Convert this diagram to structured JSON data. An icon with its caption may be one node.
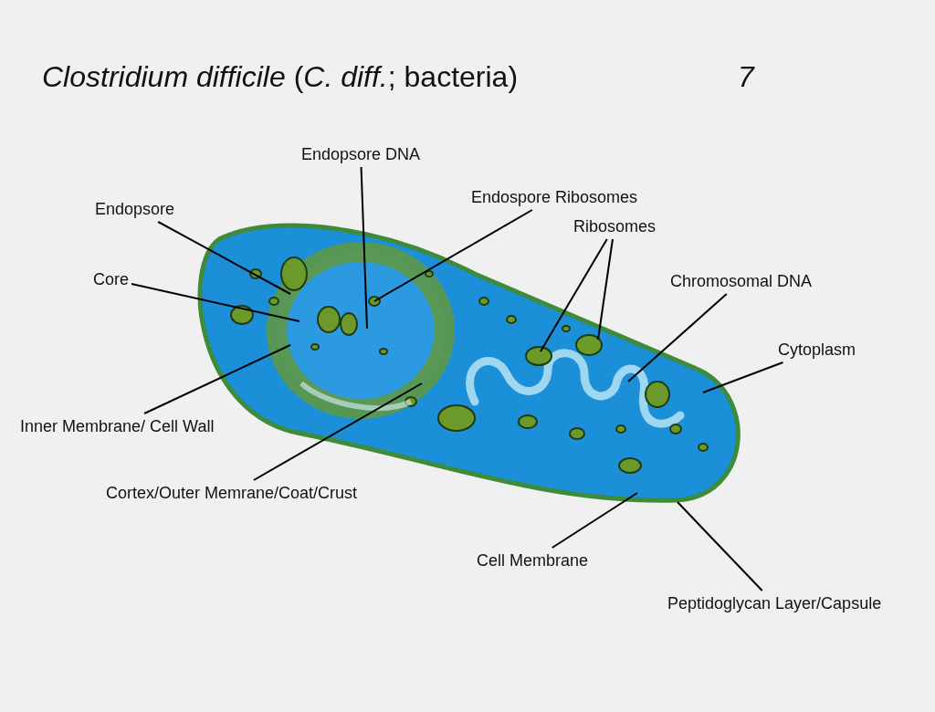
{
  "diagram": {
    "title": "*Clostridium difficile* (*C. diff.*; bacteria)",
    "nodes": [
      {
        "text": [
          "Endopsore DNA"
        ]
      },
      {
        "text": [
          "Endopsore"
        ]
      },
      {
        "text": [
          "Endospore Ribosomes"
        ]
      },
      {
        "text": [
          "Ribosomes"
        ]
      },
      {
        "text": [
          "Core"
        ]
      },
      {
        "text": [
          "Chromosomal DNA"
        ]
      },
      {
        "text": [
          "Cytoplasm"
        ]
      },
      {
        "text": [
          "Inner Membrane/ Cell Wall"
        ]
      },
      {
        "text": [
          "Cortex/Outer Memrane/Coat/Crust"
        ]
      },
      {
        "text": [
          "Cell Membrane"
        ]
      },
      {
        "text": [
          "Peptidoglycan Layer/Capsule"
        ]
      }
    ],
    "edges": [
      {
        "from": 0,
        "to": null,
        "arrow": "none"
      },
      {
        "from": 1,
        "to": null,
        "arrow": "none"
      },
      {
        "from": 2,
        "to": null,
        "arrow": "none"
      },
      {
        "from": 3,
        "to": null,
        "arrow": "none"
      },
      {
        "from": 3,
        "to": null,
        "arrow": "none"
      },
      {
        "from": 4,
        "to": null,
        "arrow": "none"
      },
      {
        "from": 5,
        "to": null,
        "arrow": "none"
      },
      {
        "from": 6,
        "to": null,
        "arrow": "none"
      },
      {
        "from": 7,
        "to": null,
        "arrow": "none"
      },
      {
        "from": 8,
        "to": null,
        "arrow": "none"
      },
      {
        "from": 9,
        "to": null,
        "arrow": "none"
      },
      {
        "from": 10,
        "to": null,
        "arrow": "none"
      }
    ],
    "labels": [
      "7"
    ]
  }
}
